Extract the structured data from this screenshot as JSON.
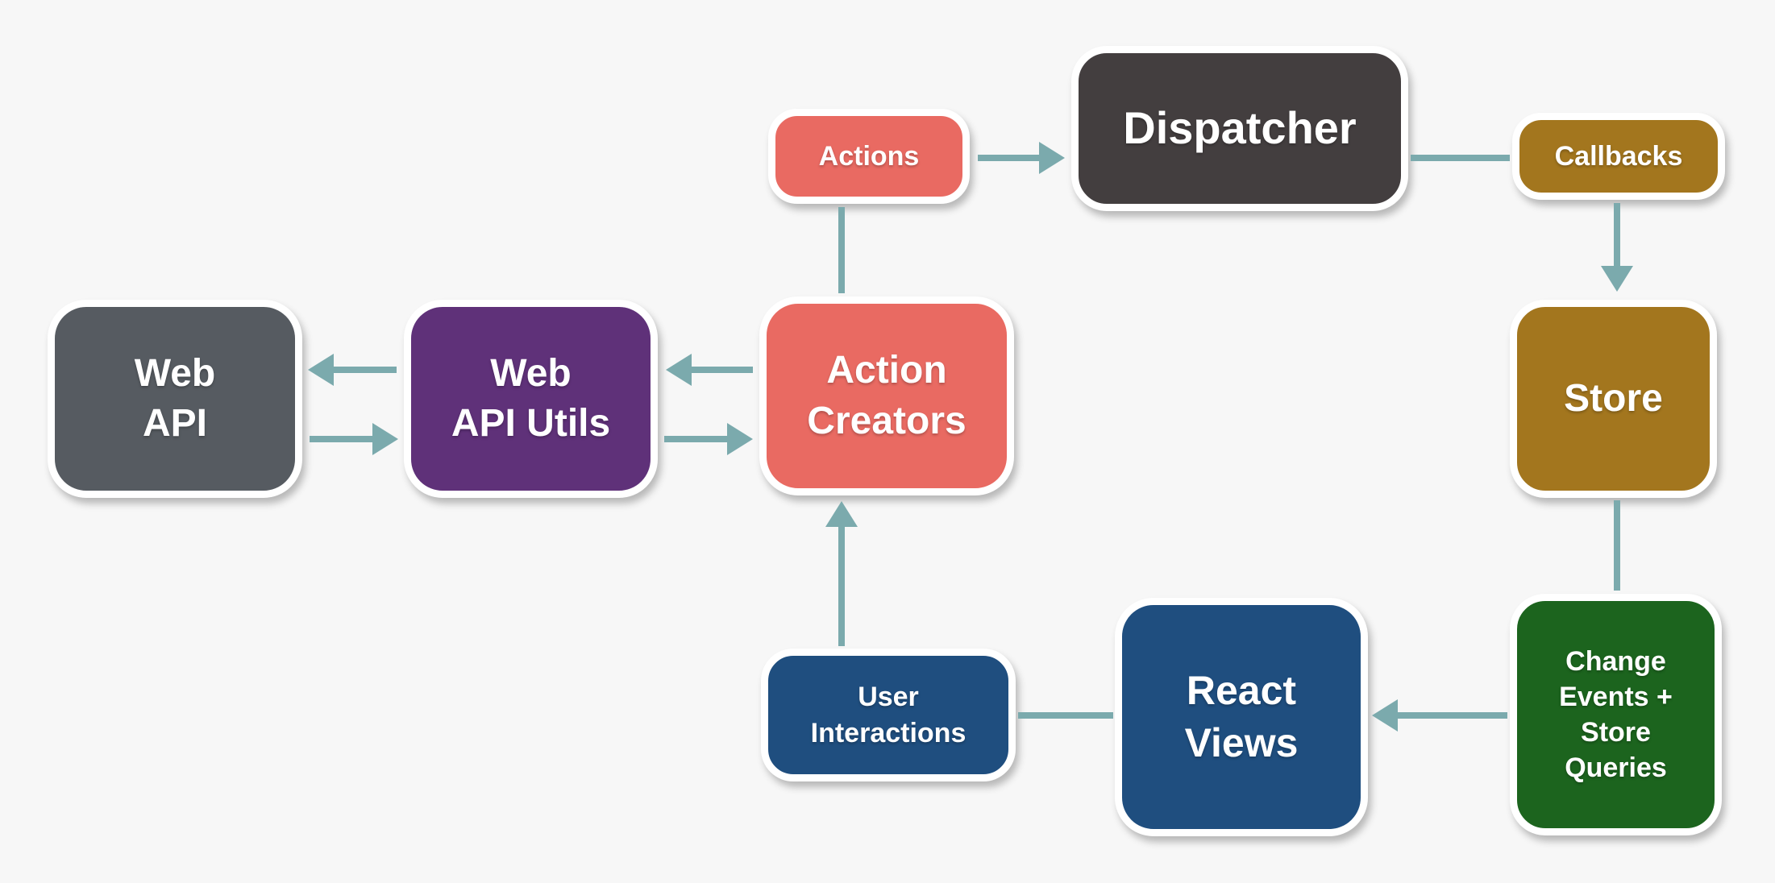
{
  "colors": {
    "background": "#f7f7f7",
    "arrow": "#7baaad",
    "salmon": "#e96a62",
    "charcoal": "#433e3f",
    "gold": "#a3761e",
    "gray": "#565b61",
    "purple": "#5f3179",
    "blue": "#1f4e7f",
    "green": "#1c641e",
    "node_border": "#ffffff",
    "text": "#ffffff"
  },
  "nodes": {
    "actions": {
      "label": "Actions",
      "color": "#e96a62"
    },
    "dispatcher": {
      "label": "Dispatcher",
      "color": "#433e3f"
    },
    "callbacks": {
      "label": "Callbacks",
      "color": "#a3761e"
    },
    "web_api": {
      "label": "Web\nAPI",
      "color": "#565b61"
    },
    "web_api_utils": {
      "label": "Web\nAPI Utils",
      "color": "#5f3179"
    },
    "action_creators": {
      "label": "Action\nCreators",
      "color": "#e96a62"
    },
    "store": {
      "label": "Store",
      "color": "#a3761e"
    },
    "user_interactions": {
      "label": "User\nInteractions",
      "color": "#1f4e7f"
    },
    "react_views": {
      "label": "React\nViews",
      "color": "#1f4e7f"
    },
    "change_events": {
      "label": "Change\nEvents +\nStore\nQueries",
      "color": "#1c641e"
    }
  },
  "edges": [
    {
      "from": "actions",
      "to": "dispatcher",
      "style": "arrow"
    },
    {
      "from": "dispatcher",
      "to": "callbacks",
      "style": "line"
    },
    {
      "from": "callbacks",
      "to": "store",
      "style": "arrow"
    },
    {
      "from": "action_creators",
      "to": "actions",
      "style": "line"
    },
    {
      "from": "web_api_utils",
      "to": "web_api",
      "style": "arrow"
    },
    {
      "from": "web_api",
      "to": "web_api_utils",
      "style": "arrow"
    },
    {
      "from": "action_creators",
      "to": "web_api_utils",
      "style": "arrow"
    },
    {
      "from": "web_api_utils",
      "to": "action_creators",
      "style": "arrow"
    },
    {
      "from": "user_interactions",
      "to": "action_creators",
      "style": "arrow"
    },
    {
      "from": "react_views",
      "to": "user_interactions",
      "style": "line"
    },
    {
      "from": "change_events",
      "to": "react_views",
      "style": "arrow"
    },
    {
      "from": "store",
      "to": "change_events",
      "style": "line"
    }
  ]
}
